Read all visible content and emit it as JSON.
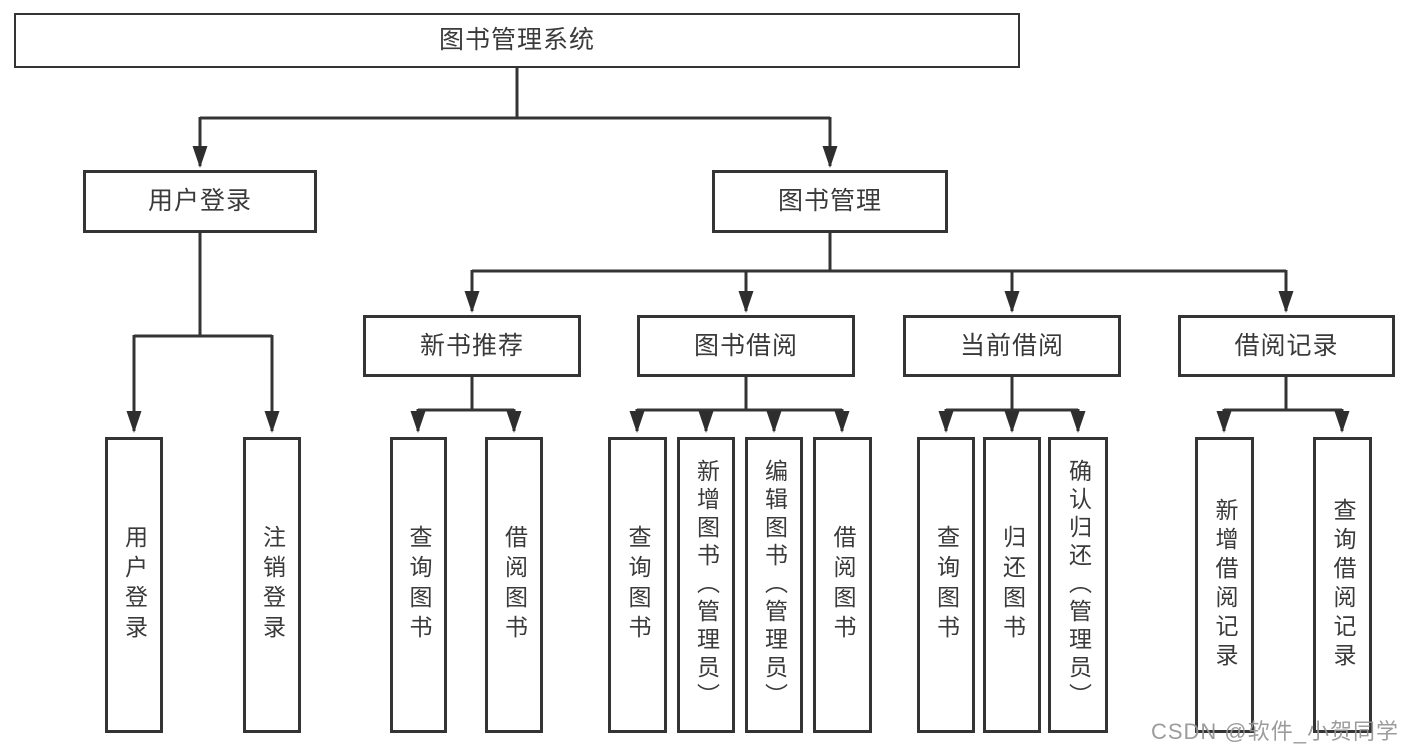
{
  "tree": {
    "root": {
      "label": "图书管理系统"
    },
    "branches": [
      {
        "label": "用户登录",
        "children": [
          {
            "label": "用户登录"
          },
          {
            "label": "注销登录"
          }
        ]
      },
      {
        "label": "图书管理",
        "children": [
          {
            "label": "新书推荐",
            "children": [
              {
                "label": "查询图书"
              },
              {
                "label": "借阅图书"
              }
            ]
          },
          {
            "label": "图书借阅",
            "children": [
              {
                "label": "查询图书"
              },
              {
                "label": "新增图书（管理员）"
              },
              {
                "label": "编辑图书（管理员）"
              },
              {
                "label": "借阅图书"
              }
            ]
          },
          {
            "label": "当前借阅",
            "children": [
              {
                "label": "查询图书"
              },
              {
                "label": "归还图书"
              },
              {
                "label": "确认归还（管理员）"
              }
            ]
          },
          {
            "label": "借阅记录",
            "children": [
              {
                "label": "新增借阅记录"
              },
              {
                "label": "查询借阅记录"
              }
            ]
          }
        ]
      }
    ]
  },
  "watermark": {
    "text": "CSDN @软件_小贺同学",
    "color": "#949494"
  },
  "colors": {
    "background": "#ffffff",
    "line": "#343434",
    "box_border": "#343434",
    "box_fill": "#ffffff",
    "text": "#3a3a3a"
  }
}
